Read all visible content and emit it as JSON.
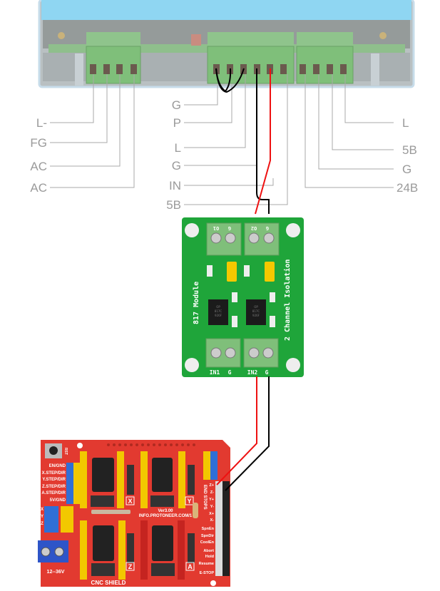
{
  "power_supply": {
    "left_terminals": [
      "L-",
      "FG",
      "AC",
      "AC"
    ],
    "middle_terminals": [
      "G",
      "P",
      "L",
      "G",
      "IN",
      "5B"
    ],
    "right_terminals": [
      "L",
      "5B",
      "G",
      "24B"
    ]
  },
  "isolation_module": {
    "title": "817 Module",
    "subtitle": "2 Channel Isolation",
    "top_terminals": [
      "O1",
      "G",
      "O2",
      "G"
    ],
    "bottom_terminals": [
      "IN1",
      "G",
      "IN2",
      "G"
    ],
    "chip_marking": [
      "OP",
      "817C",
      "926F"
    ]
  },
  "cnc_shield": {
    "reset_label": "RST",
    "left_pin_labels": [
      "EN/GND",
      "X.STEP/DIR",
      "Y.STEP/DIR",
      "Z.STEP/DIR",
      "A.STEP/DIR",
      "5V/GND"
    ],
    "jumper_labels": [
      "X",
      "Y",
      "Z"
    ],
    "axis_labels": [
      "X",
      "Y",
      "Z",
      "A"
    ],
    "version": "Ver3.00",
    "url": "INFO.PROTONEER.COM/1",
    "end_stops_label": "END STOPS",
    "end_stop_pins": [
      "Z+",
      "Z-",
      "Y+",
      "Y-",
      "X+",
      "X-"
    ],
    "control_pins": [
      "SpnEn",
      "SpnDir",
      "CoolEn",
      "Abort",
      "Hold",
      "Resume",
      "E-STOP"
    ],
    "power_label": "12--36V",
    "board_name": "CNC SHIELD"
  },
  "colors": {
    "wire_signal": "#ee1111",
    "wire_ground": "#000000",
    "module_pcb": "#1fa53a",
    "shield_pcb": "#e23a30",
    "terminal_green": "#7fbf7a"
  }
}
